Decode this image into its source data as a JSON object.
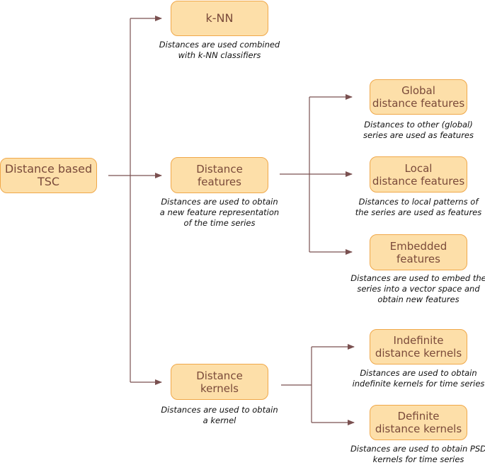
{
  "nodes": {
    "root": "Distance based\nTSC",
    "knn": "k-NN",
    "features": "Distance\nfeatures",
    "kernels": "Distance\nkernels",
    "global": "Global\ndistance features",
    "local": "Local\ndistance features",
    "embedded": "Embedded\nfeatures",
    "indefinite": "Indefinite\ndistance kernels",
    "definite": "Definite\ndistance kernels"
  },
  "captions": {
    "knn": [
      "Distances are used combined",
      "with k-NN classifiers"
    ],
    "features": [
      "Distances are used to obtain",
      "a new feature representation",
      "of the time series"
    ],
    "kernels": [
      "Distances are used to obtain",
      "a kernel"
    ],
    "global": [
      "Distances to other (global)",
      "series are used as features"
    ],
    "local": [
      "Distances to local patterns of",
      "the series are used as features"
    ],
    "embedded": [
      "Distances are used to embed the",
      "series into a vector space and",
      "obtain new features"
    ],
    "indefinite": [
      "Distances are used to obtain",
      "indefinite kernels for time series"
    ],
    "definite": [
      "Distances are used to obtain PSD",
      "kernels for time series"
    ]
  },
  "colors": {
    "node_fill": "#fddfa9",
    "node_border": "#f0a84a",
    "node_text": "#7a4a3a",
    "edge": "#7a5050"
  }
}
